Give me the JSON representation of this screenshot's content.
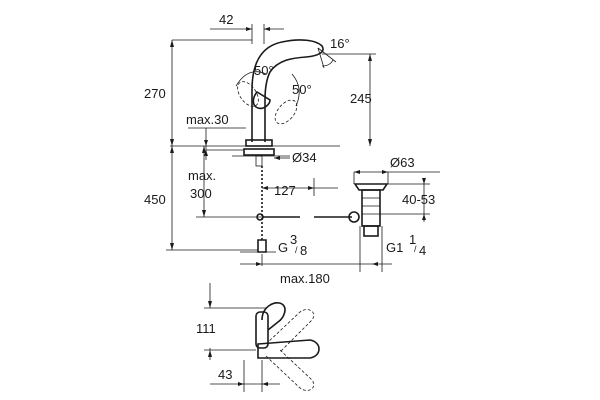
{
  "dimensions": {
    "spout_offset": "42",
    "spout_angle": "16°",
    "lever_angle_left": "50°",
    "lever_angle_right": "50°",
    "total_height": "270",
    "spout_height": "245",
    "deck_thickness": "max.30",
    "hole_diameter": "Ø34",
    "waste_diameter": "Ø63",
    "waste_distance": "127",
    "tail_max": "max.",
    "tail_max_value": "300",
    "waste_length": "450",
    "waste_thread_range": "40-53",
    "supply_thread": "G",
    "supply_thread_num": "3",
    "supply_thread_den": "8",
    "waste_thread": "G1",
    "waste_thread_num": "1",
    "waste_thread_den": "4",
    "supply_distance": "max.180",
    "plan_depth": "111",
    "plan_offset": "43"
  }
}
